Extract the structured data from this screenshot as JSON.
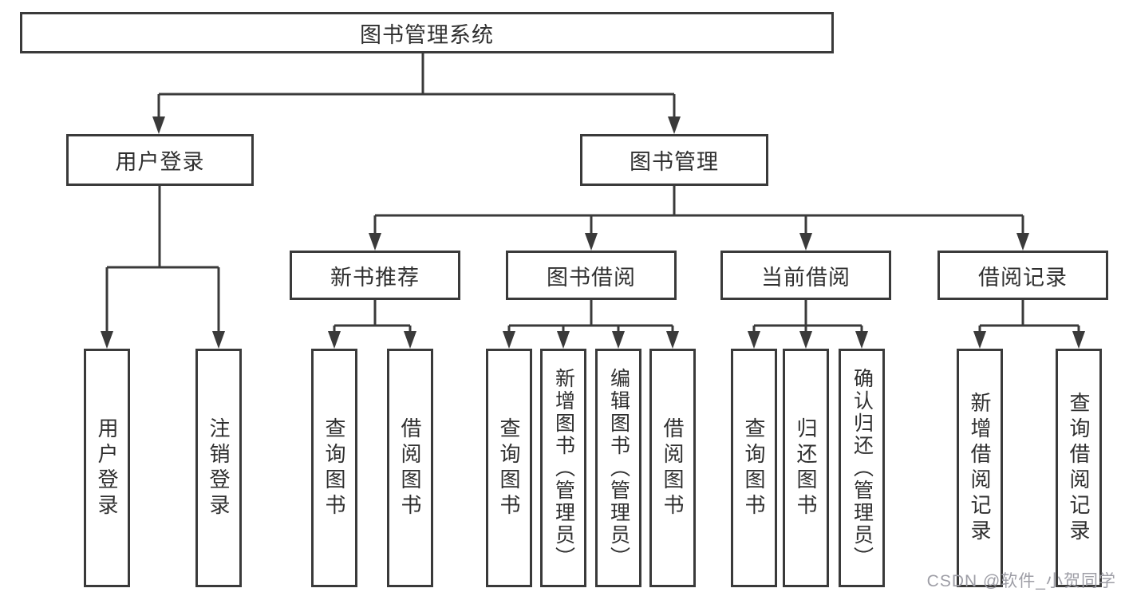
{
  "watermark": "CSDN @软件_小贺同学",
  "colors": {
    "line": "#3a3a3a",
    "box_border": "#3a3a3a",
    "text": "#2f2f2f",
    "watermark": "#9e9ea6",
    "background": "#ffffff"
  },
  "nodes": {
    "root": "图书管理系统",
    "user_login": "用户登录",
    "book_mgmt": "图书管理",
    "new_book_rec": "新书推荐",
    "book_borrow": "图书借阅",
    "current_borrow": "当前借阅",
    "borrow_records": "借阅记录",
    "leaves": {
      "user_login": [
        "用户登录",
        "注销登录"
      ],
      "new_book_rec": [
        "查询图书",
        "借阅图书"
      ],
      "book_borrow": [
        "查询图书",
        "新增图书（管理员）",
        "编辑图书（管理员）",
        "借阅图书"
      ],
      "current_borrow": [
        "查询图书",
        "归还图书",
        "确认归还（管理员）"
      ],
      "borrow_records": [
        "新增借阅记录",
        "查询借阅记录"
      ]
    }
  }
}
